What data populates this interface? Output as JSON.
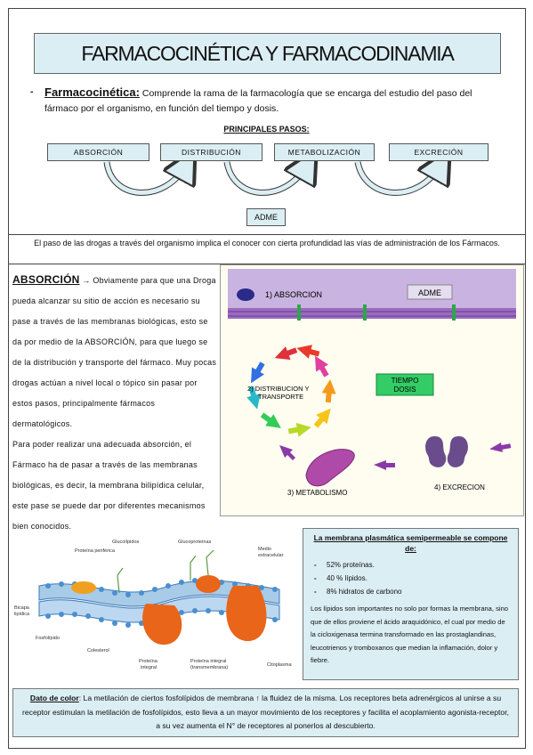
{
  "title": "FARMACOCINÉTICA Y FARMACODINAMIA",
  "intro": {
    "bullet": "-",
    "term": "Farmacocinética:",
    "text": "Comprende la rama de la farmacología que se encarga del estudio del paso del fármaco por el organismo, en función del tiempo y dosis."
  },
  "steps": {
    "title": "PRINCIPALES PASOS:",
    "items": [
      "ABSORCIÓN",
      "DISTRIBUCIÓN",
      "METABOLIZACIÓN",
      "EXCRECIÓN"
    ],
    "summary": "ADME"
  },
  "note": "El paso de las drogas a través del organismo implica el conocer con cierta profundidad las vías de administración de los Fármacos.",
  "absorption": {
    "heading": "ABSORCIÓN",
    "arrow": "→",
    "paragraph1": "Obviamente para que una Droga pueda alcanzar su sitio de acción es necesario su pase a través de las membranas biológicas, esto se da por medio de la ABSORCIÓN, para que luego se de la distribución y transporte del fármaco. Muy pocas drogas actúan a nivel local o tópico sin pasar por estos pasos, principalmente fármacos dermatológicos.",
    "paragraph2": "Para poder realizar una adecuada absorción, el Fármaco ha de pasar a través de las membranas biológicas, es decir, la membrana bilipídica celular, este pase se puede dar por diferentes mecanismos bien conocidos."
  },
  "adme_diagram": {
    "label_absorcion": "1) ABSORCION",
    "label_adme": "ADME",
    "label_distribucion_1": "2) DISTRIBUCION Y",
    "label_distribucion_2": "TRANSPORTE",
    "label_tiempo": "TIEMPO",
    "label_dosis": "DOSIS",
    "label_metabolismo": "3) METABOLISMO",
    "label_excrecion": "4) EXCRECION",
    "colors": {
      "membrane_bg": "#c9b3e0",
      "body_bg": "#fffbd0",
      "tiempo_box": "#33cc66",
      "liver": "#b04aa8",
      "kidney": "#6a4c8c",
      "drug": "#2a2a8a"
    }
  },
  "membrane_figure": {
    "labels": {
      "glucolipidos": "Glucolípidos",
      "glucoproteinas": "Glucoproteínas",
      "proteina_periferica": "Proteína periférica",
      "medio_extracelular_1": "Medio",
      "medio_extracelular_2": "extracelular",
      "bicapa_1": "Bicapa",
      "bicapa_2": "lipídica",
      "fosfolipido": "Fosfolípido",
      "colesterol": "Colesterol",
      "proteina_integral_1": "Proteína",
      "proteina_integral_2": "integral",
      "proteina_trans_1": "Proteína integral",
      "proteina_trans_2": "(transmembrana)",
      "citoplasma": "Citoplasma"
    }
  },
  "membrane_info": {
    "title": "La membrana plasmática semipermeable se compone de:",
    "items": [
      "52% proteínas.",
      "40 % lípidos.",
      "8% hidratos de carbono"
    ],
    "lipids": "Los lípidos son importantes no solo por formas la membrana, sino que de ellos proviene el ácido araquidónico, el cual por medio de la cicloxigenasa termina transformado en las prostaglandinas, leucotrienos y tromboxanos que median la inflamación, dolor y fiebre."
  },
  "color_note": {
    "label": "Dato de color",
    "text": ": La metilación de ciertos fosfolípidos de membrana ↑ la fluidez de la misma. Los receptores beta adrenérgicos al unirse a su receptor estimulan la metilación de fosfolípidos, esto lleva a un mayor movimiento de los receptores y facilita el acoplamiento agonista-receptor, a su vez aumenta el N° de receptores al ponerlos al descubierto."
  }
}
